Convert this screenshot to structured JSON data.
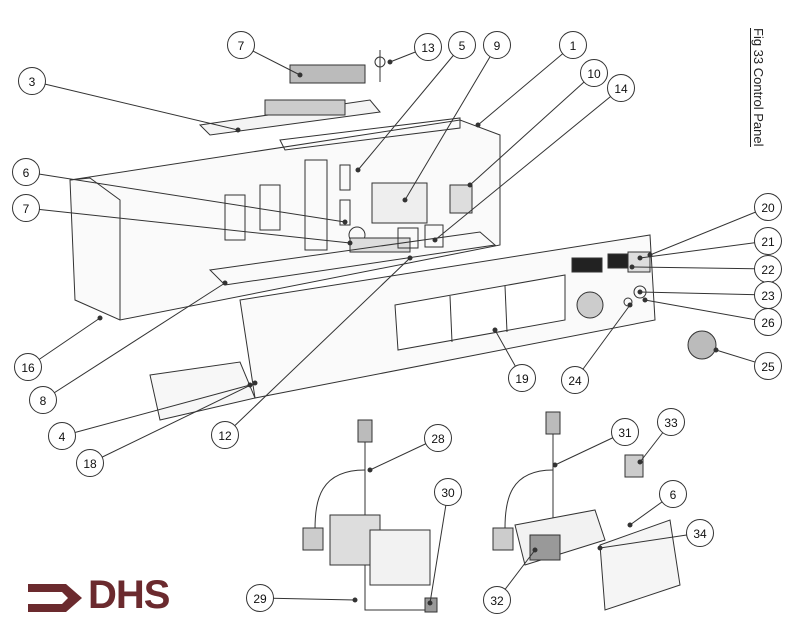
{
  "title": "Fig 33 Control Panel",
  "logo": {
    "text": "DHS",
    "color": "#6b2a2e"
  },
  "callouts": [
    "7",
    "13",
    "5",
    "9",
    "1",
    "10",
    "14",
    "3",
    "6",
    "7",
    "20",
    "21",
    "22",
    "23",
    "26",
    "25",
    "16",
    "8",
    "19",
    "24",
    "4",
    "12",
    "18",
    "28",
    "30",
    "31",
    "33",
    "6",
    "34",
    "29",
    "32"
  ]
}
